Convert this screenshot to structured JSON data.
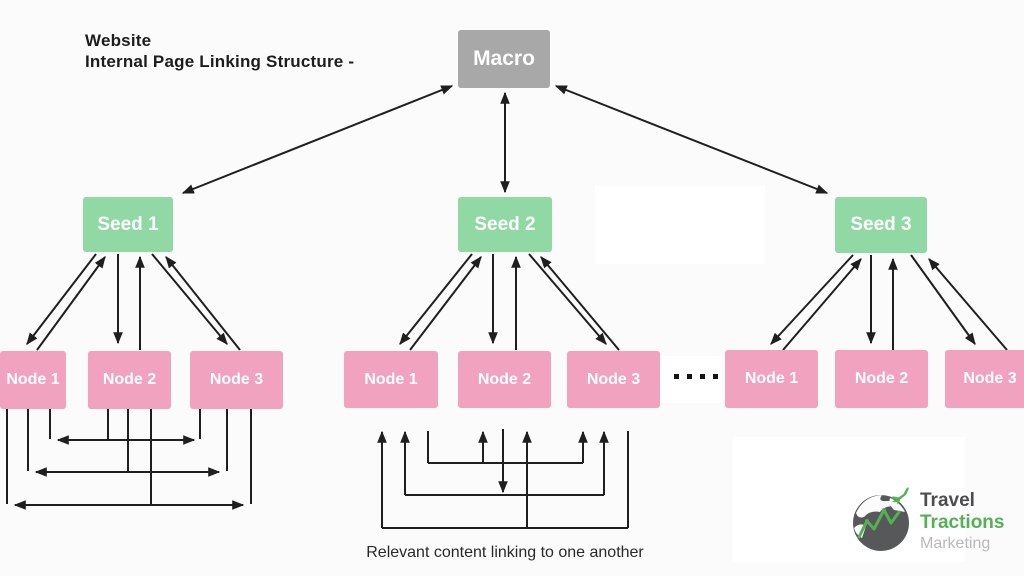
{
  "title": {
    "line1": "Website",
    "line2": "Internal Page Linking Structure -"
  },
  "macro": {
    "label": "Macro"
  },
  "groups": [
    {
      "seed_label": "Seed 1",
      "node_labels": [
        "Node 1",
        "Node 2",
        "Node 3"
      ]
    },
    {
      "seed_label": "Seed 2",
      "node_labels": [
        "Node 1",
        "Node 2",
        "Node 3"
      ]
    },
    {
      "seed_label": "Seed 3",
      "node_labels": [
        "Node 1",
        "Node 2",
        "Node 3"
      ]
    }
  ],
  "ellipsis_dots": 4,
  "caption": "Relevant content linking to one another",
  "logo": {
    "name_top": "Travel",
    "name_bottom": "Tractions",
    "subtitle": "Marketing"
  },
  "colors": {
    "background": "#fbfbfb",
    "macro_fill": "#a8a8a8",
    "seed_fill": "#90d8a4",
    "node_fill": "#f0a2be",
    "arrow": "#1f1f1f",
    "logo_green": "#54b054",
    "logo_dark_gray": "#57585a",
    "logo_light_gray": "#b9b9b9"
  }
}
